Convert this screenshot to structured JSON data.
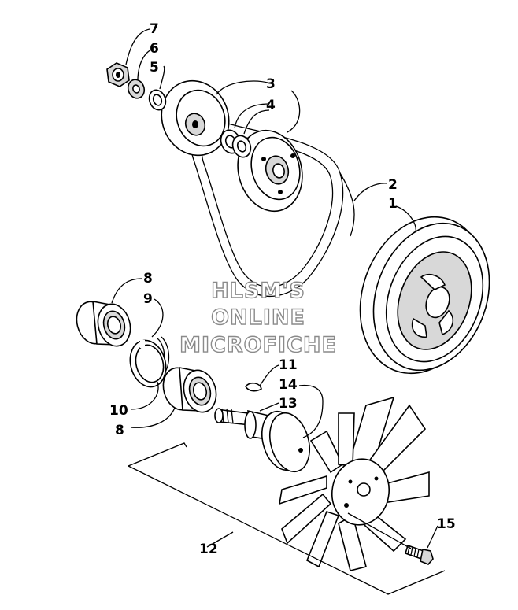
{
  "callouts": {
    "c1": "1",
    "c2": "2",
    "c3": "3",
    "c4": "4",
    "c5": "5",
    "c6": "6",
    "c7": "7",
    "c8a": "8",
    "c8b": "8",
    "c9": "9",
    "c10": "10",
    "c11": "11",
    "c12": "12",
    "c13": "13",
    "c14": "14",
    "c15": "15"
  },
  "watermark": {
    "line1": "HLSM'S",
    "line2": "ONLINE",
    "line3": "MICROFICHE"
  }
}
